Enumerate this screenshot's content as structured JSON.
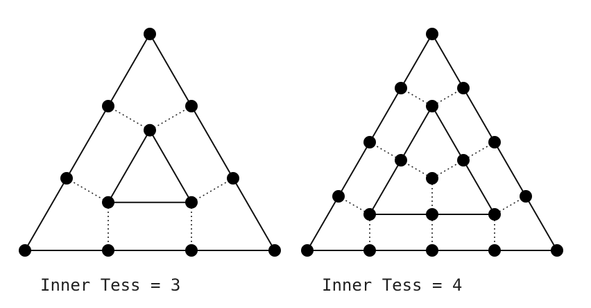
{
  "diagrams": [
    {
      "inner_tess": 3,
      "caption": "Inner Tess = 3"
    },
    {
      "inner_tess": 4,
      "caption": "Inner Tess = 4"
    }
  ],
  "colors": {
    "line": "#111111",
    "vertex": "#000000",
    "background": "#ffffff"
  }
}
